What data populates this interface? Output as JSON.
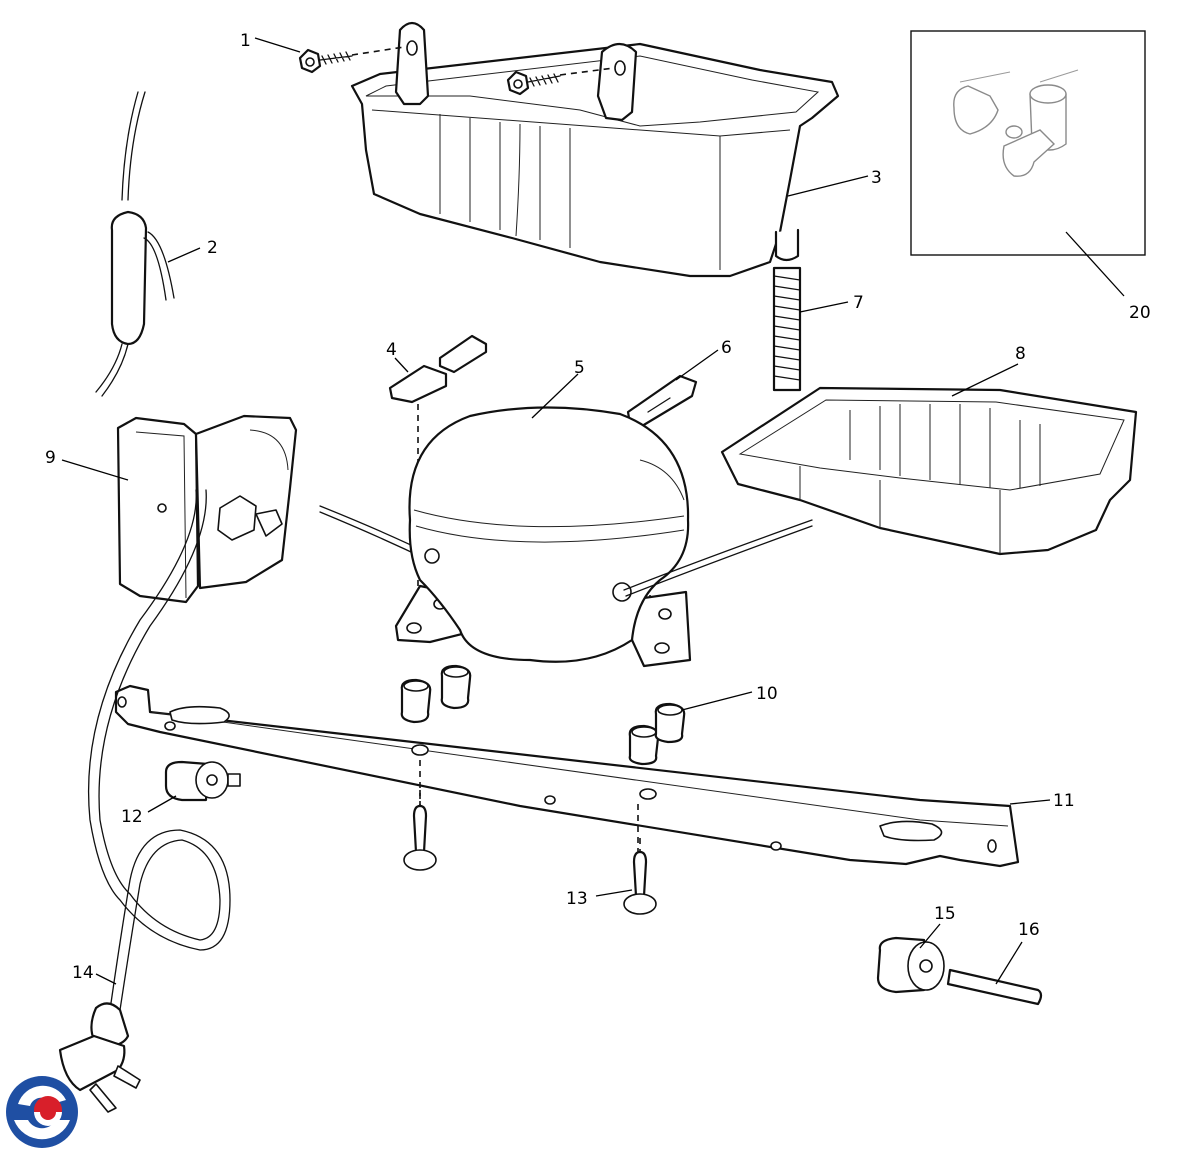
{
  "diagram": {
    "callouts": [
      {
        "id": "1",
        "text": "1"
      },
      {
        "id": "2",
        "text": "2"
      },
      {
        "id": "3",
        "text": "3"
      },
      {
        "id": "4",
        "text": "4"
      },
      {
        "id": "5",
        "text": "5"
      },
      {
        "id": "6",
        "text": "6"
      },
      {
        "id": "7",
        "text": "7"
      },
      {
        "id": "8",
        "text": "8"
      },
      {
        "id": "9",
        "text": "9"
      },
      {
        "id": "10",
        "text": "10"
      },
      {
        "id": "11",
        "text": "11"
      },
      {
        "id": "12",
        "text": "12"
      },
      {
        "id": "13",
        "text": "13"
      },
      {
        "id": "14",
        "text": "14"
      },
      {
        "id": "15",
        "text": "15"
      },
      {
        "id": "16",
        "text": "16"
      },
      {
        "id": "20",
        "text": "20"
      }
    ],
    "colors": {
      "line": "#111111",
      "logo_red": "#d81f2a",
      "logo_blue": "#1f4fa3"
    }
  }
}
